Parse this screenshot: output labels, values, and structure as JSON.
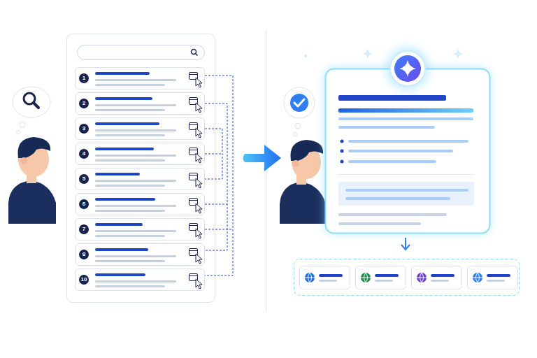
{
  "diagram": {
    "nodes": [
      {
        "text": [
          "1"
        ]
      },
      {
        "text": [
          "2"
        ]
      },
      {
        "text": [
          "3"
        ]
      },
      {
        "text": [
          "4"
        ]
      },
      {
        "text": [
          "5"
        ]
      },
      {
        "text": [
          "6"
        ]
      },
      {
        "text": [
          "7"
        ]
      },
      {
        "text": [
          "8"
        ]
      },
      {
        "text": [
          "10"
        ]
      }
    ]
  }
}
